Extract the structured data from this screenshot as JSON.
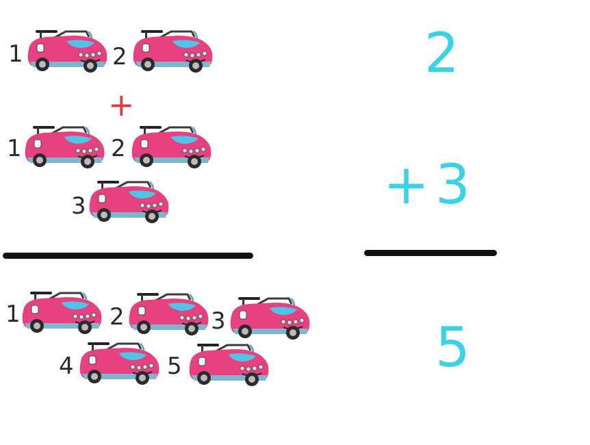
{
  "colors": {
    "car_body": "#e8417f",
    "car_trim": "#7fb6cf",
    "accent_cyan": "#3ad3e6",
    "plus_red": "#e03a3a",
    "label_text": "#2b2b2b",
    "rule": "#111111"
  },
  "left": {
    "group1": {
      "labels": [
        "1",
        "2"
      ]
    },
    "operator": "+",
    "group2": {
      "labels": [
        "1",
        "2",
        "3"
      ]
    },
    "result": {
      "labels": [
        "1",
        "2",
        "3",
        "4",
        "5"
      ]
    }
  },
  "right": {
    "top_number": "2",
    "plus": "+",
    "second_number": "3",
    "result_number": "5"
  },
  "icons": {
    "car": "pink-toy-car-icon"
  }
}
